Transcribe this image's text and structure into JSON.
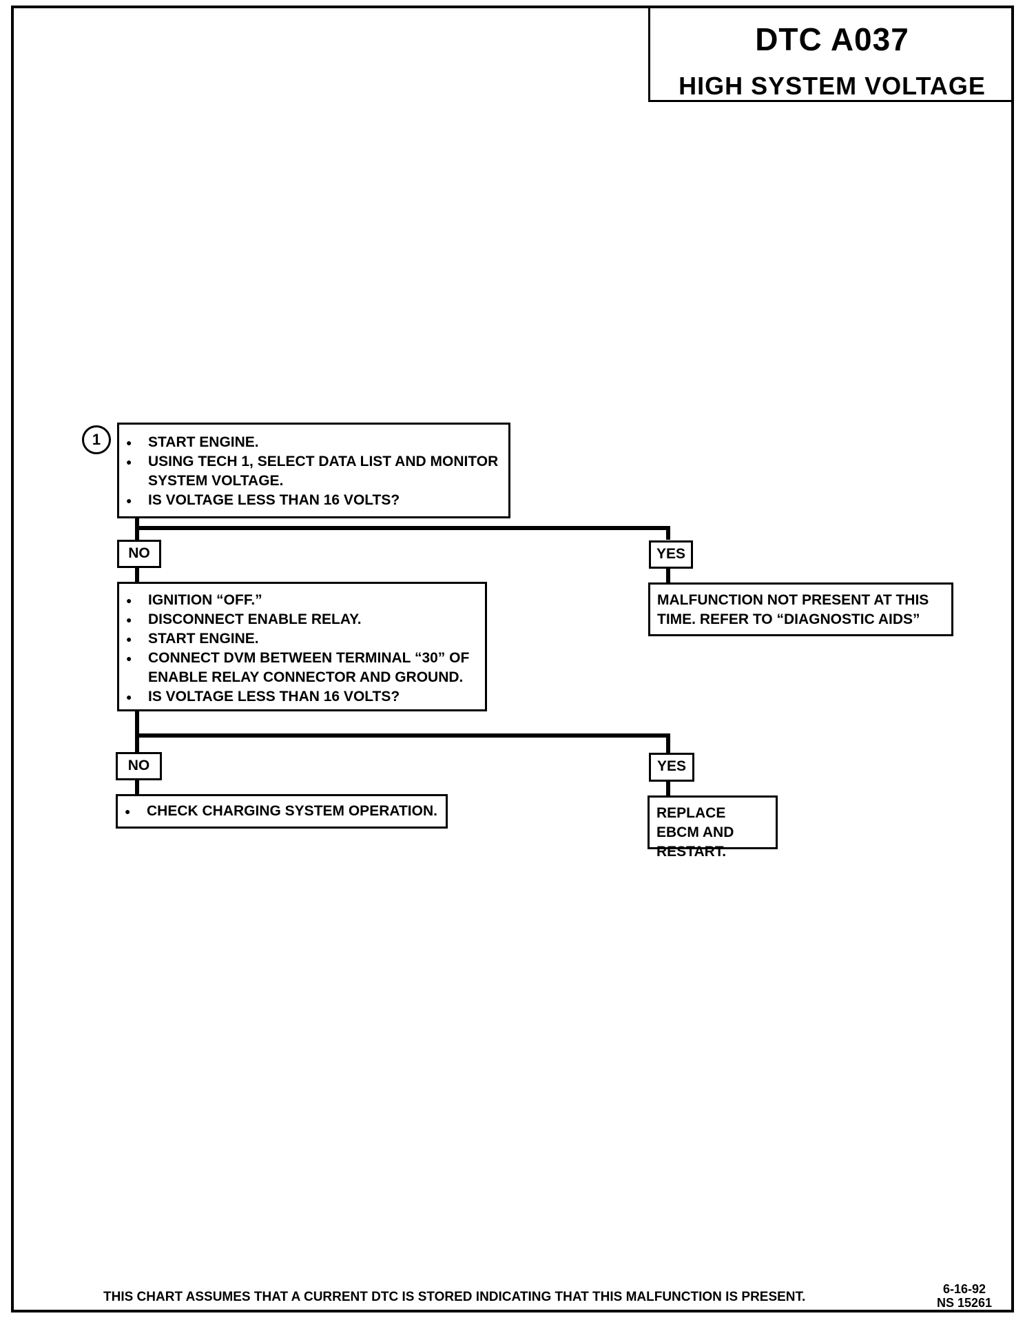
{
  "header": {
    "code": "DTC A037",
    "title": "HIGH SYSTEM VOLTAGE"
  },
  "flowchart": {
    "step_marker": "1",
    "step1": {
      "items": [
        "START ENGINE.",
        "USING TECH 1, SELECT DATA LIST AND MONITOR SYSTEM VOLTAGE.",
        "IS VOLTAGE LESS THAN 16 VOLTS?"
      ]
    },
    "branch1": {
      "no_label": "NO",
      "yes_label": "YES",
      "yes_result": "MALFUNCTION NOT PRESENT AT THIS TIME.  REFER TO “DIAGNOSTIC AIDS”"
    },
    "step2": {
      "items": [
        "IGNITION “OFF.”",
        "DISCONNECT ENABLE RELAY.",
        "START ENGINE.",
        "CONNECT DVM BETWEEN TERMINAL “30” OF ENABLE RELAY CONNECTOR AND GROUND.",
        "IS VOLTAGE LESS THAN 16 VOLTS?"
      ]
    },
    "branch2": {
      "no_label": "NO",
      "yes_label": "YES",
      "no_result": "CHECK CHARGING SYSTEM OPERATION.",
      "yes_result": "REPLACE EBCM AND RESTART."
    }
  },
  "footer": {
    "note": "THIS CHART ASSUMES THAT A CURRENT DTC IS STORED INDICATING THAT THIS MALFUNCTION IS PRESENT.",
    "date": "6-16-92",
    "ref": "NS 15261"
  }
}
